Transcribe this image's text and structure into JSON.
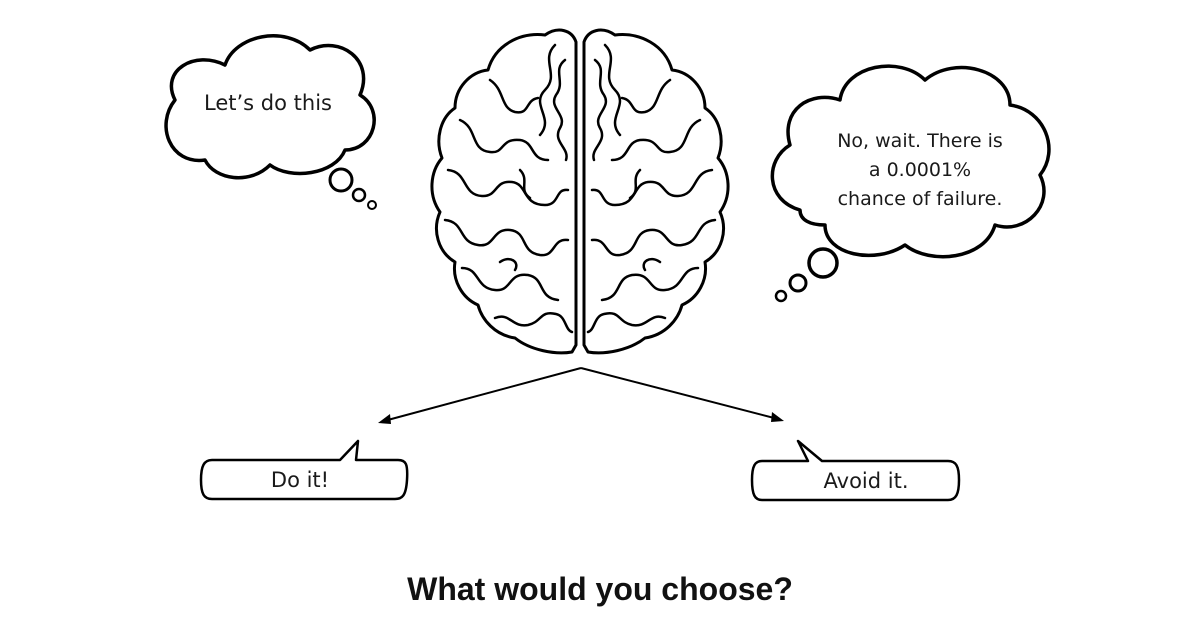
{
  "thought_left": {
    "text": "Let’s do this"
  },
  "thought_right": {
    "lines": [
      "No, wait. There is",
      "a 0.0001%",
      "chance of failure."
    ]
  },
  "choice_left": {
    "label": "Do it!"
  },
  "choice_right": {
    "label": "Avoid it."
  },
  "question": {
    "text": "What would you choose?"
  },
  "icons": {
    "center": "brain-icon"
  },
  "colors": {
    "ink": "#000000",
    "background": "#ffffff"
  }
}
